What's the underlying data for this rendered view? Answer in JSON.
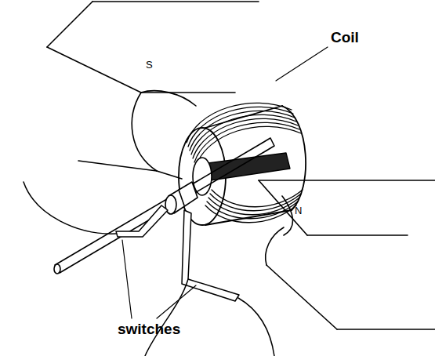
{
  "diagram": {
    "labels": [
      "S",
      "N",
      "Coil",
      "switches"
    ]
  }
}
